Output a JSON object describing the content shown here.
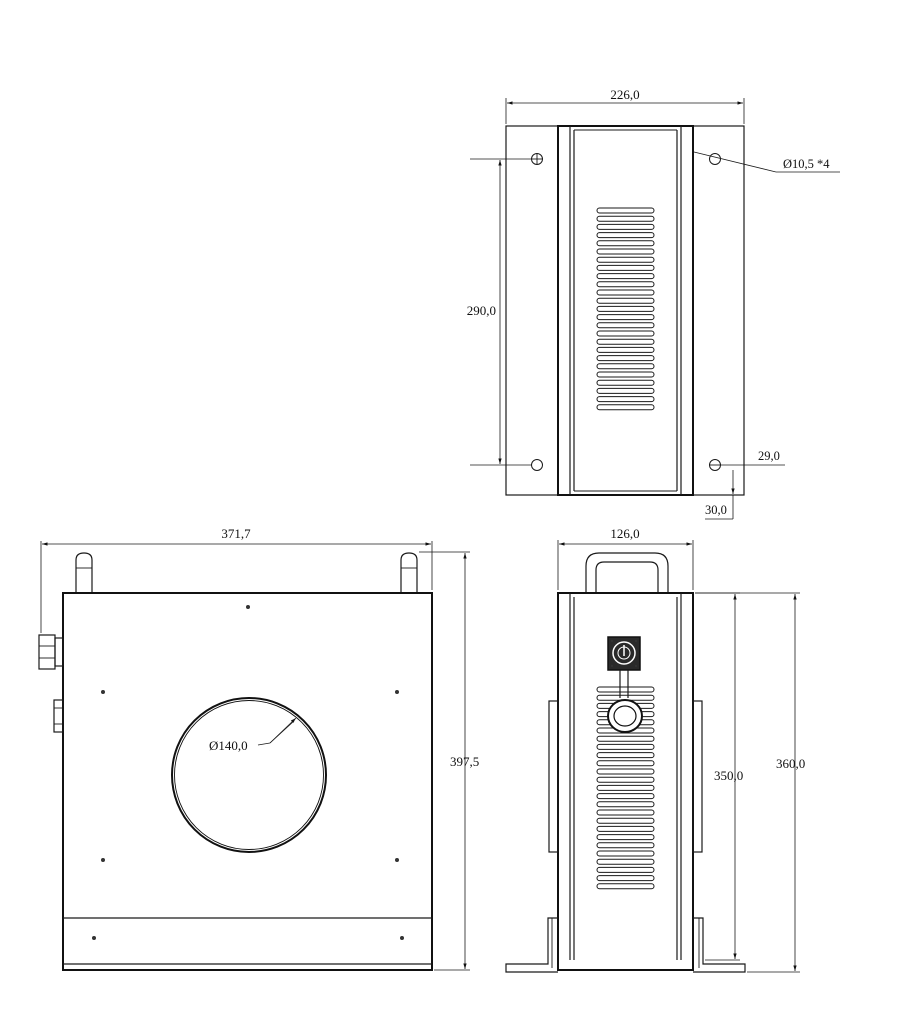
{
  "top_view": {
    "width_dim": "226,0",
    "height_dim": "290,0",
    "hole_dim": "Ø10,5 *4",
    "edge_dim_x": "29,0",
    "edge_dim_y": "30,0"
  },
  "front_view": {
    "width_dim": "371,7",
    "height_dim": "397,5",
    "bore_dim": "Ø140,0"
  },
  "side_view": {
    "width_dim": "126,0",
    "body_height_dim": "350,0",
    "total_height_dim": "360,0"
  },
  "colors": {
    "line": "#1a1a1a",
    "background": "#ffffff"
  }
}
